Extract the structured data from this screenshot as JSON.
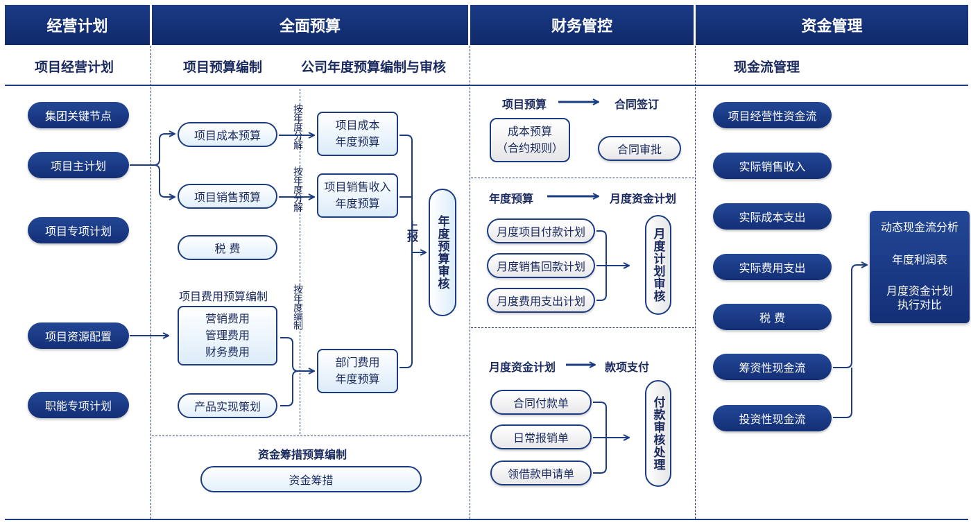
{
  "headers": [
    "经营计划",
    "全面预算",
    "财务管控",
    "资金管理"
  ],
  "subheaders": {
    "col1": "项目经营计划",
    "col2a": "项目预算编制",
    "col2b": "公司年度预算编制与审核",
    "col4": "现金流管理"
  },
  "plan_items": [
    "集团关键节点",
    "项目主计划",
    "项目专项计划",
    "项目资源配置",
    "职能专项计划"
  ],
  "budget": {
    "cost": "项目成本预算",
    "sales": "项目销售预算",
    "tax": "税  费",
    "expense_title": "项目费用预算编制",
    "expense_lines": [
      "营销费用",
      "管理费用",
      "财务费用"
    ],
    "product": "产品实现策划",
    "split_label_1": "按年度分解",
    "split_label_2": "按年度分解",
    "compile_label": "按年度编制",
    "annual_cost": [
      "项目成本",
      "年度预算"
    ],
    "annual_sales": [
      "项目销售收入",
      "年度预算"
    ],
    "dept": [
      "部门费用",
      "年度预算"
    ],
    "report_label": "上报",
    "review": "年度预算审核",
    "fund_title": "资金筹措预算编制",
    "fund_pill": "资金筹措"
  },
  "finance": {
    "flow1_from": "项目预算",
    "flow1_to": "合同签订",
    "cost_budget": [
      "成本预算",
      "（合约规则）"
    ],
    "contract_review": "合同审批",
    "flow2_from": "年度预算",
    "flow2_to": "月度资金计划",
    "monthly_items": [
      "月度项目付款计划",
      "月度销售回款计划",
      "月度费用支出计划"
    ],
    "monthly_review": "月度计划审核",
    "flow3_from": "月度资金计划",
    "flow3_to": "款项支付",
    "pay_items": [
      "合同付款单",
      "日常报销单",
      "领借款申请单"
    ],
    "pay_review": "付款审核处理"
  },
  "cash": {
    "items": [
      "项目经营性资金流",
      "实际销售收入",
      "实际成本支出",
      "实际费用支出",
      "税  费",
      "筹资性现金流",
      "投资性现金流"
    ],
    "outputs": [
      "动态现金流分析",
      "年度利润表",
      "月度资金计划",
      "执行对比"
    ]
  },
  "colors": {
    "navy": "#132f76",
    "light": "#dcecf9",
    "border": "#1b3b82"
  }
}
